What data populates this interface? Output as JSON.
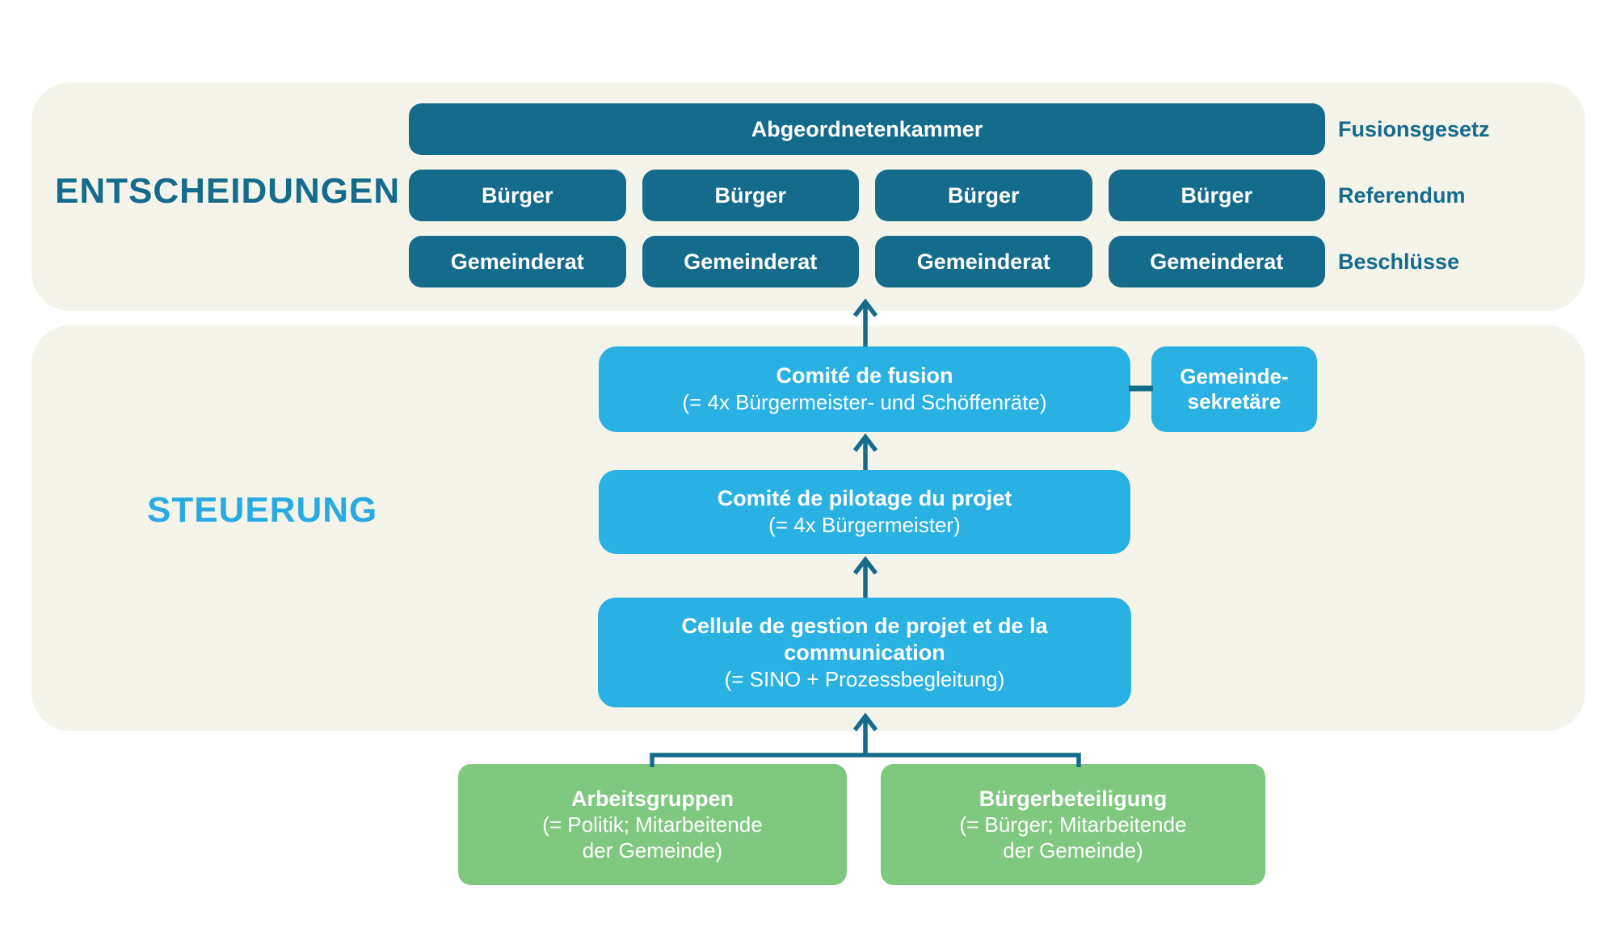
{
  "sections": {
    "decisions": {
      "label": "ENTSCHEIDUNGEN",
      "row1": {
        "box": "Abgeordnetenkammer",
        "annotation": "Fusionsgesetz"
      },
      "row2": {
        "boxes": [
          "Bürger",
          "Bürger",
          "Bürger",
          "Bürger"
        ],
        "annotation": "Referendum"
      },
      "row3": {
        "boxes": [
          "Gemeinderat",
          "Gemeinderat",
          "Gemeinderat",
          "Gemeinderat"
        ],
        "annotation": "Beschlüsse"
      }
    },
    "steering": {
      "label": "STEUERUNG",
      "fusion_committee": {
        "title": "Comité de fusion",
        "subtitle": "(= 4x Bürgermeister- und Schöffenräte)"
      },
      "secretaries": {
        "lines": [
          "Gemeinde-",
          "sekretäre"
        ]
      },
      "steering_committee": {
        "title": "Comité de pilotage du projet",
        "subtitle": "(= 4x Bürgermeister)"
      },
      "project_cell": {
        "title_lines": [
          "Cellule de gestion de projet et de la",
          "communication"
        ],
        "subtitle": "(= SINO + Prozessbegleitung)"
      }
    },
    "working_level": {
      "working_groups": {
        "title": "Arbeitsgruppen",
        "lines": [
          "(= Politik; Mitarbeitende",
          "der Gemeinde)"
        ]
      },
      "citizen_participation": {
        "title": "Bürgerbeteiligung",
        "lines": [
          "(= Bürger; Mitarbeitende",
          "der Gemeinde)"
        ]
      }
    }
  },
  "colors": {
    "dark_teal": "#146b8c",
    "light_blue": "#29b1e3",
    "steering_label_blue": "#29abe2",
    "green": "#7fc97f",
    "panel_background": "#f5f4ea",
    "page_background": "#ffffff"
  }
}
